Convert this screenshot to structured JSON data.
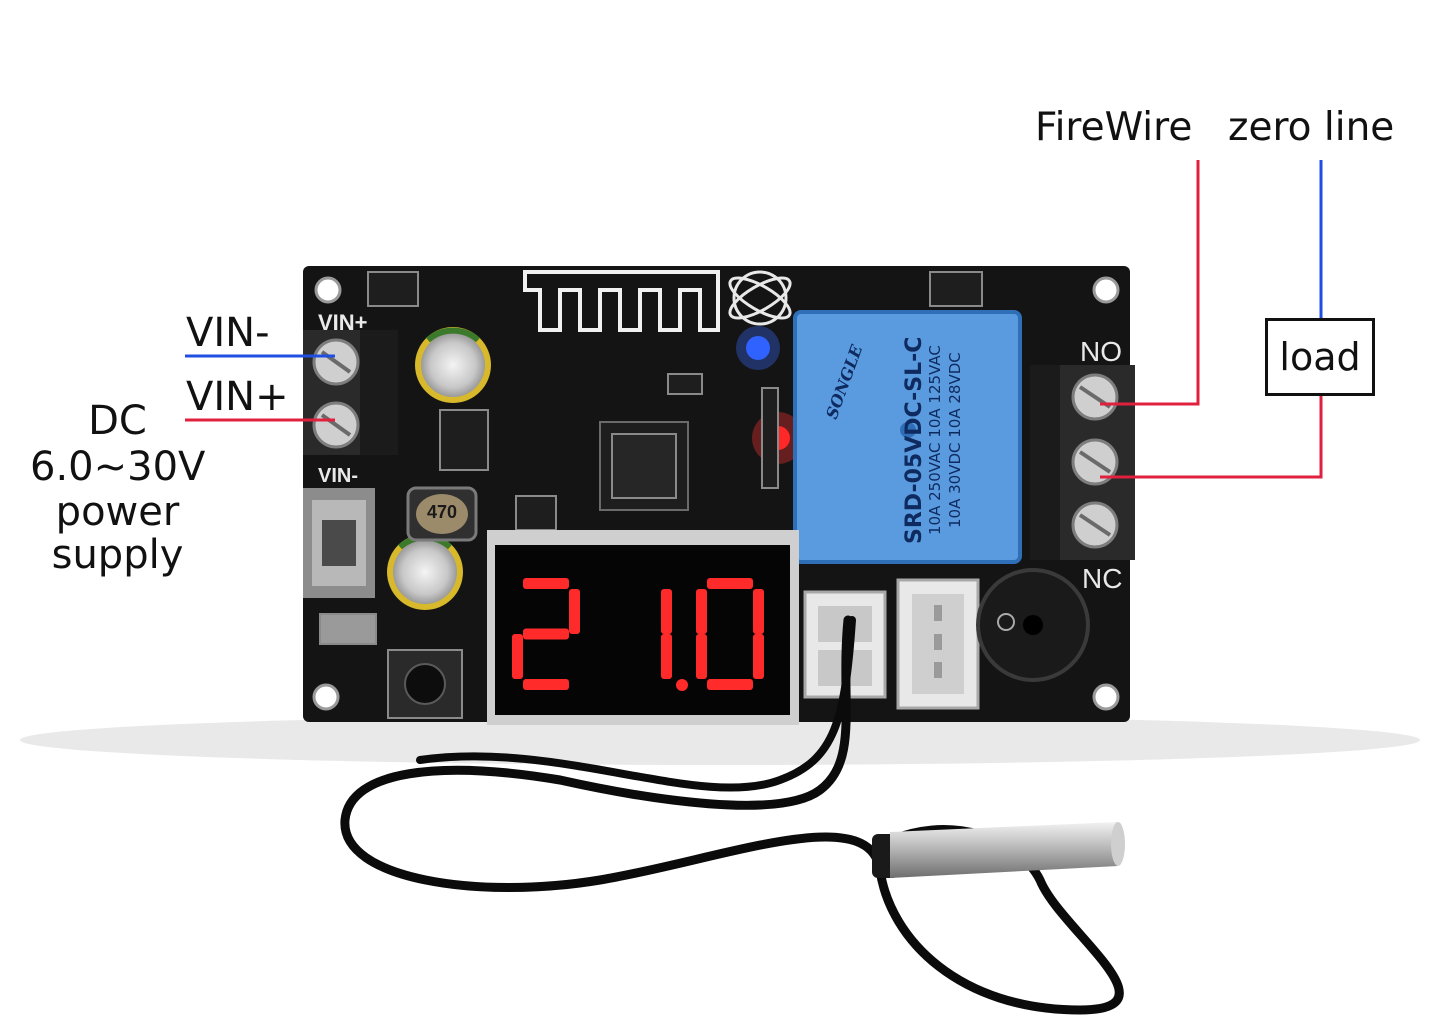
{
  "labels": {
    "vin_minus": "VIN-",
    "vin_plus": "VIN+",
    "dc_line1": "DC",
    "dc_line2": "6.0~30V",
    "dc_line3": "power",
    "dc_line4": "supply",
    "firewire": "FireWire",
    "zero_line": "zero line",
    "load": "load"
  },
  "board_silkscreen": {
    "vin_plus": "VIN+",
    "vin_minus": "VIN-",
    "no": "NO",
    "nc": "NC",
    "inductor": "470"
  },
  "relay": {
    "brand": "SONGLE",
    "model": "SRD-05VDC-SL-C",
    "rating1": "10A 250VAC 10A 125VAC",
    "rating2": "10A 30VDC 10A 28VDC"
  },
  "display": {
    "reading": "21.0"
  },
  "colors": {
    "negative_wire": "#1f4fe0",
    "positive_wire": "#e0203c",
    "pcb": "#141414",
    "relay_blue": "#5a9be0",
    "segment_red": "#ff2a2a"
  }
}
